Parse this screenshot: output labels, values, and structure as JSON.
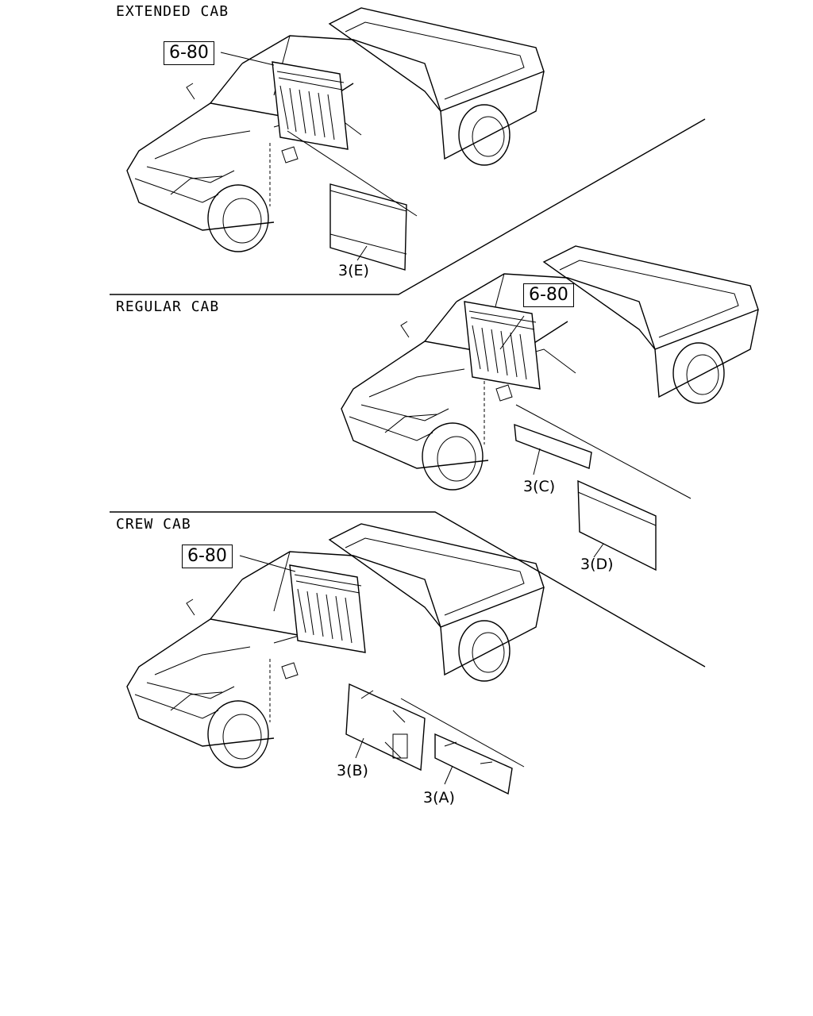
{
  "sections": {
    "extended": {
      "title": "EXTENDED CAB",
      "ref": "6-80",
      "parts": [
        "3(E)"
      ]
    },
    "regular": {
      "title": "REGULAR CAB",
      "ref": "6-80",
      "parts": [
        "3(C)",
        "3(D)"
      ]
    },
    "crew": {
      "title": "CREW CAB",
      "ref": "6-80",
      "parts": [
        "3(B)",
        "3(A)"
      ]
    }
  }
}
